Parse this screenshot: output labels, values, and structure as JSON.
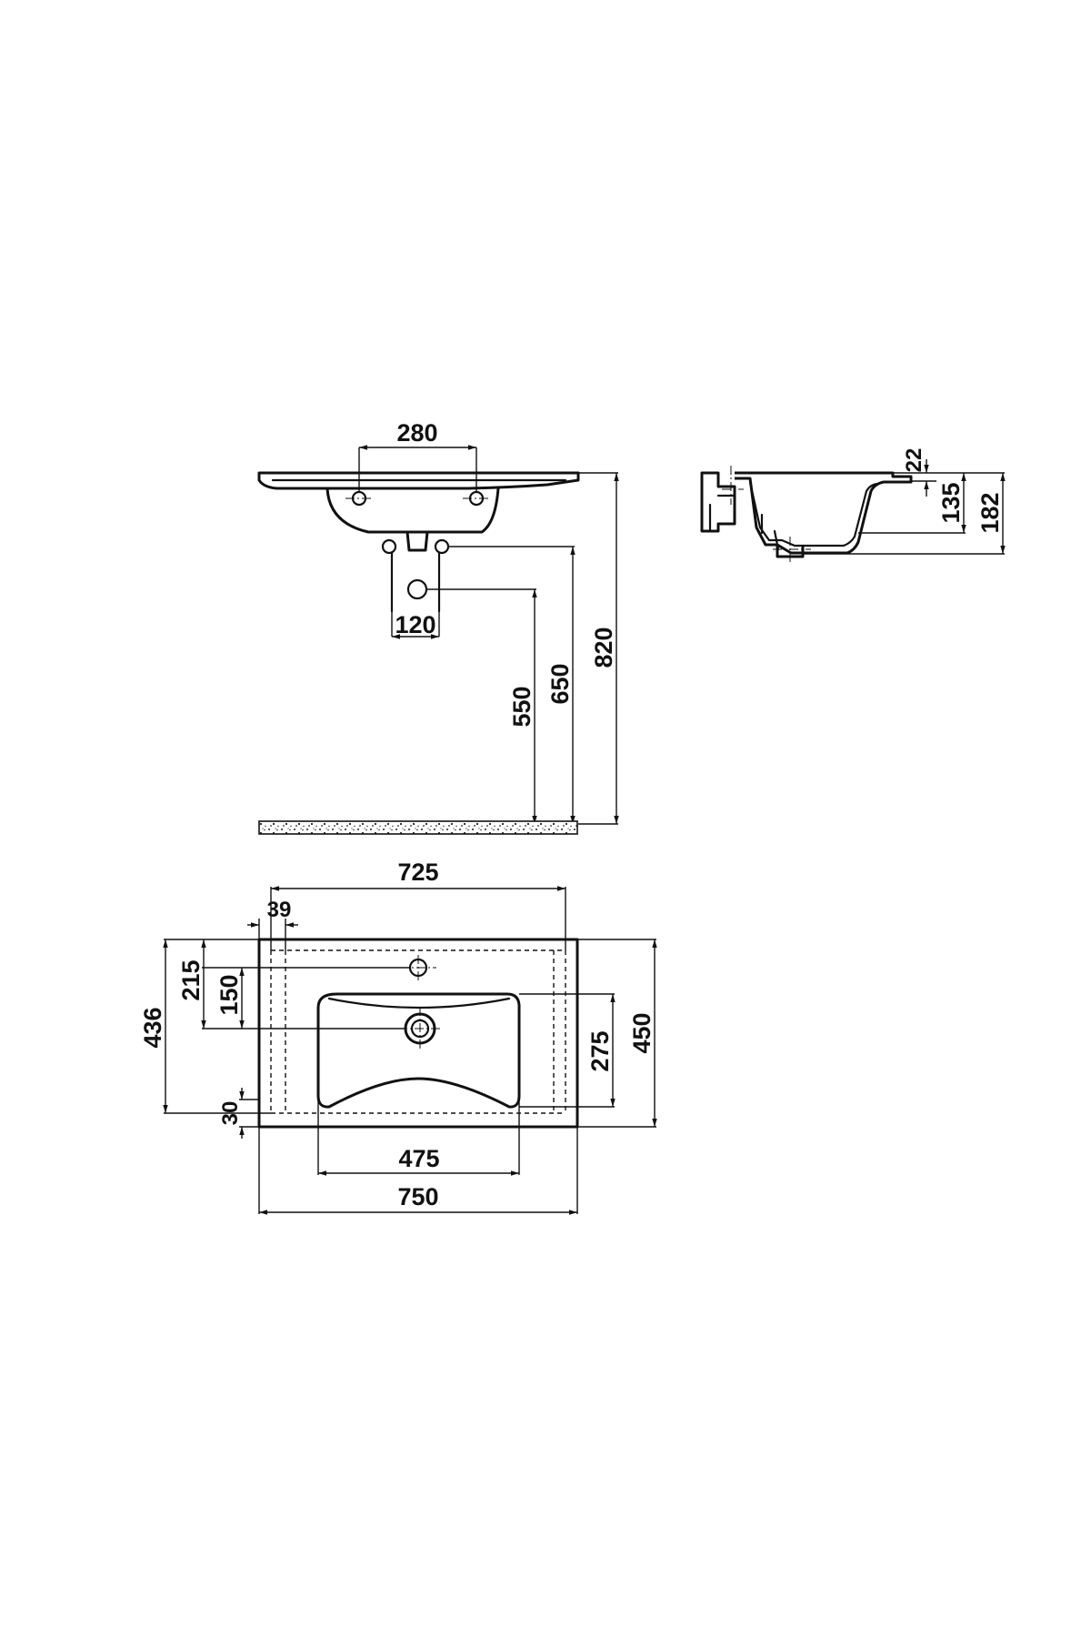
{
  "drawing": {
    "front_view": {
      "tap_hole_spacing": "280",
      "waste_width": "120",
      "waste_outlet_height": "550",
      "trap_height": "650",
      "top_height": "820"
    },
    "side_view": {
      "rim_thickness": "22",
      "bowl_depth": "135",
      "total_height": "182"
    },
    "plan_view": {
      "inner_width": "725",
      "edge_offset": "39",
      "tap_hole_offset": "215",
      "drain_offset": "150",
      "front_offset": "30",
      "inner_depth": "436",
      "bowl_depth": "275",
      "total_depth": "450",
      "bowl_width": "475",
      "total_width": "750"
    }
  }
}
